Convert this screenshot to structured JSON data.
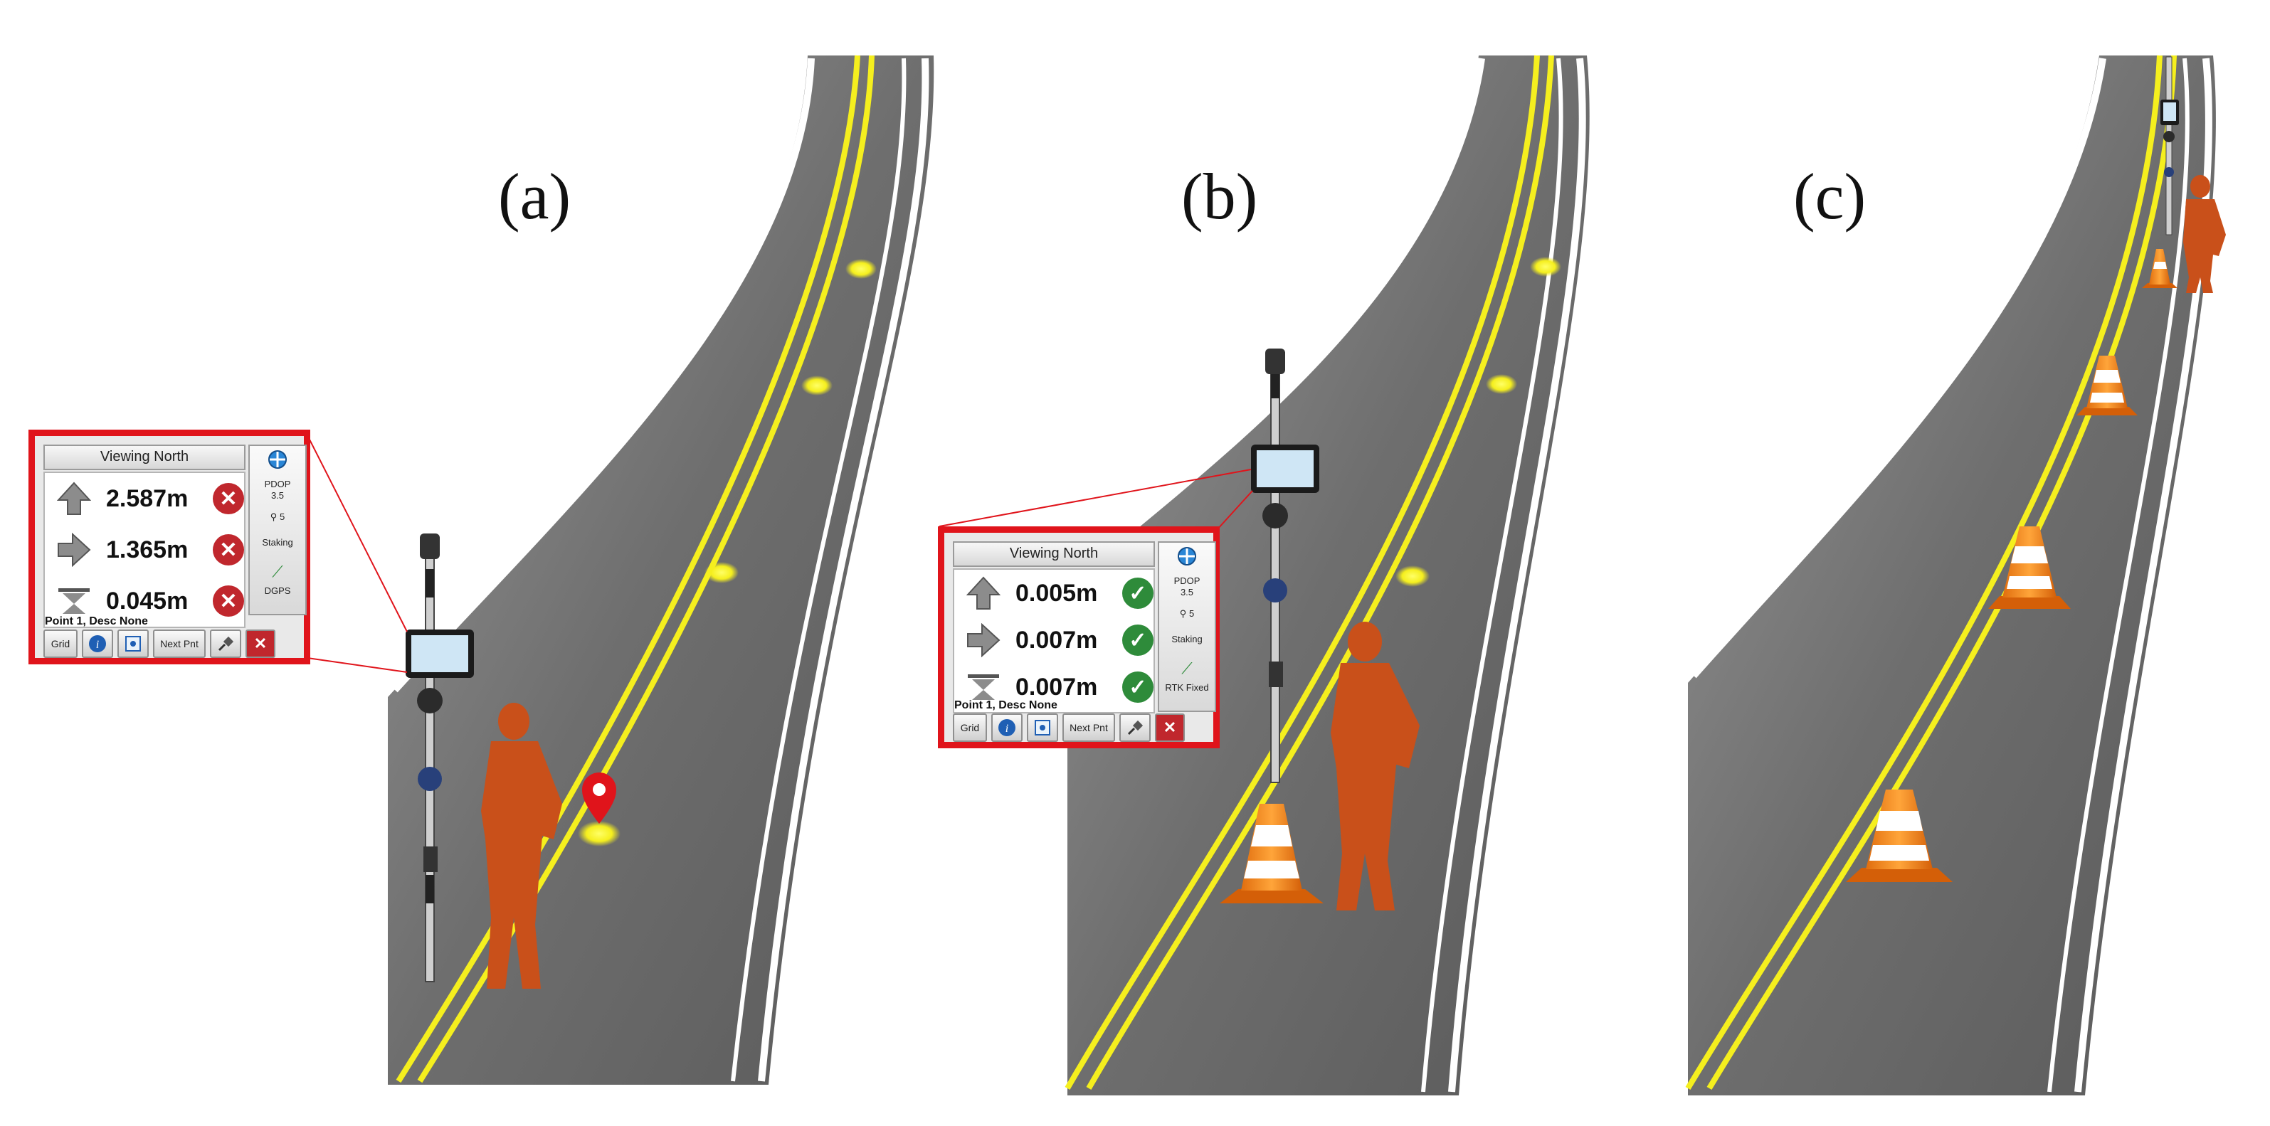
{
  "panels": [
    {
      "label": "(a)",
      "callout": {
        "caption": "Viewing North",
        "rows": [
          {
            "icon": "up-arrow-icon",
            "value": "2.587m",
            "status": "error"
          },
          {
            "icon": "right-arrow-icon",
            "value": "1.365m",
            "status": "error"
          },
          {
            "icon": "elevation-icon",
            "value": "0.045m",
            "status": "error"
          }
        ],
        "side": {
          "pdop_label": "PDOP",
          "pdop_value": "3.5",
          "sats": "5",
          "mode": "Staking",
          "fix": "DGPS"
        },
        "point_label": "Point 1, Desc None",
        "buttons": [
          "Grid",
          "Next Pnt"
        ]
      }
    },
    {
      "label": "(b)",
      "callout": {
        "caption": "Viewing North",
        "rows": [
          {
            "icon": "up-arrow-icon",
            "value": "0.005m",
            "status": "ok"
          },
          {
            "icon": "right-arrow-icon",
            "value": "0.007m",
            "status": "ok"
          },
          {
            "icon": "elevation-icon",
            "value": "0.007m",
            "status": "ok"
          }
        ],
        "side": {
          "pdop_label": "PDOP",
          "pdop_value": "3.5",
          "sats": "5",
          "mode": "Staking",
          "fix": "RTK Fixed"
        },
        "point_label": "Point 1, Desc None",
        "buttons": [
          "Grid",
          "Next Pnt"
        ]
      }
    },
    {
      "label": "(c)"
    }
  ],
  "colors": {
    "callout_border": "#e0141b",
    "figure": "#c9501a",
    "marker_yellow": "#f5ef1e",
    "error_red": "#c0272d",
    "ok_green": "#2e8b3a",
    "cone_orange": "#f08a1c"
  }
}
